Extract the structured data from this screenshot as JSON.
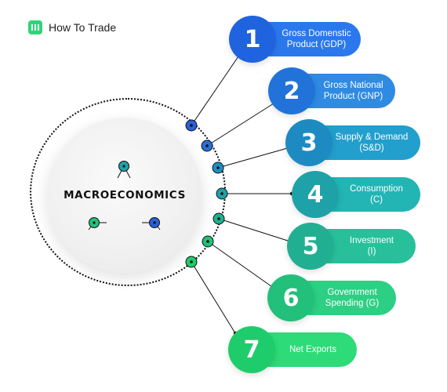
{
  "brand": {
    "name": "How To Trade",
    "logo_icon": "bar-chart-logo-icon",
    "color": "#2fd47a"
  },
  "center": {
    "title": "MACROECONOMICS"
  },
  "factors": [
    {
      "number": "1",
      "label": "Gross Domenstic\nProduct (GDP)",
      "num_color": "#1f63df",
      "pill_color": "#2a78ec",
      "dot_color": "#2a5fd8"
    },
    {
      "number": "2",
      "label": "Gross National\nProduct (GNP)",
      "num_color": "#2173da",
      "pill_color": "#2f8ae2",
      "dot_color": "#2a6fd8"
    },
    {
      "number": "3",
      "label": "Supply & Demand\n(S&D)",
      "num_color": "#1d8bc2",
      "pill_color": "#229fcd",
      "dot_color": "#1e8fc4"
    },
    {
      "number": "4",
      "label": "Consumption\n(C)",
      "num_color": "#1ea2a8",
      "pill_color": "#22b5b4",
      "dot_color": "#1ea2a8"
    },
    {
      "number": "5",
      "label": "Investment\n(I)",
      "num_color": "#20b091",
      "pill_color": "#27c09b",
      "dot_color": "#20b091"
    },
    {
      "number": "6",
      "label": "Government\nSpending (G)",
      "num_color": "#22c07a",
      "pill_color": "#2dcf84",
      "dot_color": "#22c07a"
    },
    {
      "number": "7",
      "label": "Net Exports",
      "num_color": "#1fcc6c",
      "pill_color": "#2ddb78",
      "dot_color": "#1fcc6c"
    }
  ]
}
